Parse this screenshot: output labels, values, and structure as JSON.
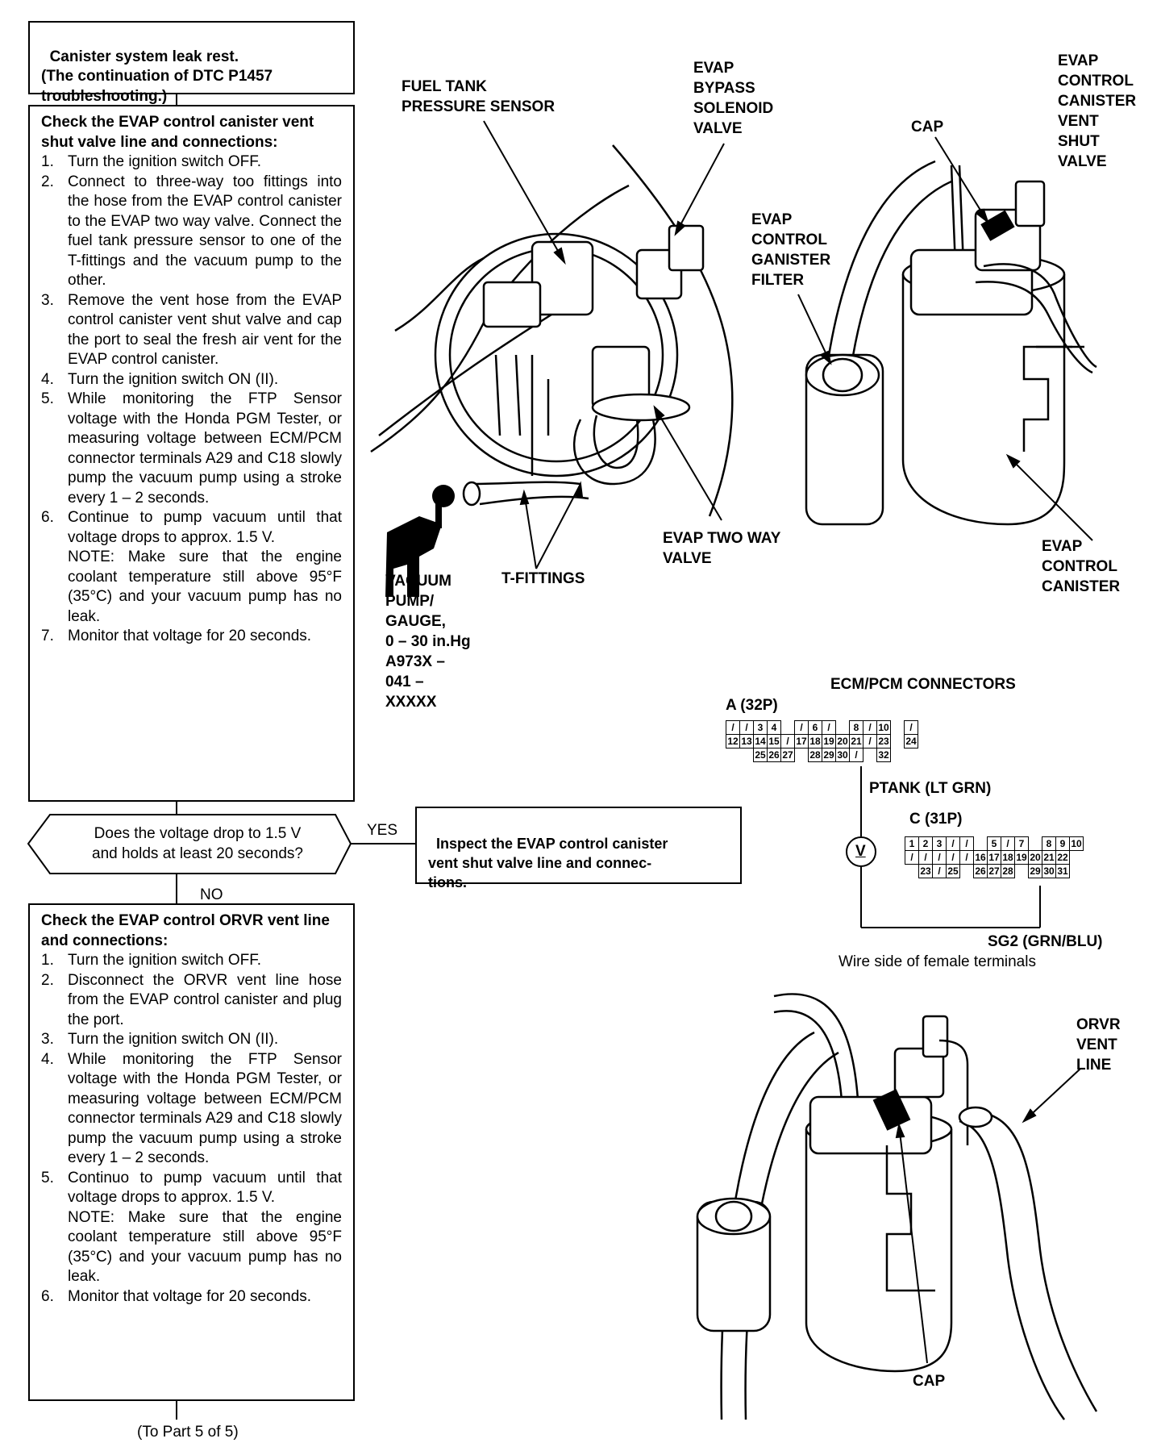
{
  "flow": {
    "start_box": "Canister system leak rest.\n(The continuation of DTC P1457\ntroubleshooting.)",
    "check1": {
      "heading": "Check the EVAP control canister vent shut valve line and connections:",
      "steps": [
        {
          "num": "1.",
          "text": "Turn the ignition switch OFF."
        },
        {
          "num": "2.",
          "text": "Connect to three-way too fittings into the hose from the EVAP control canister to the EVAP two way valve. Connect the fuel tank pressure sensor to one of the T-fittings and the vacuum pump to the other."
        },
        {
          "num": "3.",
          "text": "Remove the vent hose from the EVAP control canister vent shut valve and cap the port to seal the fresh air vent for the EVAP control canister."
        },
        {
          "num": "4.",
          "text": "Turn the ignition switch ON (II)."
        },
        {
          "num": "5.",
          "text": "While monitoring the FTP Sensor voltage with the Honda PGM Tester, or measuring voltage between ECM/PCM connector terminals A29 and C18 slowly pump the vacuum pump using a stroke every 1 – 2 seconds."
        },
        {
          "num": "6.",
          "text": "Continue to pump vacuum until that voltage drops to approx. 1.5 V.",
          "note": "NOTE: Make sure that the engine coolant temperature still above 95°F (35°C) and your vacuum pump has no leak."
        },
        {
          "num": "7.",
          "text": "Monitor that voltage for 20 seconds."
        }
      ]
    },
    "decision": "Does the voltage drop to 1.5 V\nand holds at least 20 seconds?",
    "yes_label": "YES",
    "no_label": "NO",
    "yes_box": "Inspect the EVAP control canister\nvent shut valve line and connec-\ntions.",
    "check2": {
      "heading": "Check the EVAP control ORVR vent line and connections:",
      "steps": [
        {
          "num": "1.",
          "text": "Turn the ignition switch OFF."
        },
        {
          "num": "2.",
          "text": "Disconnect the ORVR vent line hose from the EVAP control canister and plug the port."
        },
        {
          "num": "3.",
          "text": "Turn the ignition switch ON (II)."
        },
        {
          "num": "4.",
          "text": "While monitoring the FTP Sensor voltage with the Honda PGM Tester, or measuring voltage between ECM/PCM connector terminals A29 and C18 slowly pump the vacuum pump using a stroke every 1 – 2 seconds."
        },
        {
          "num": "5.",
          "text": "Continuo to pump vacuum until that voltage drops to approx. 1.5 V.",
          "note": "NOTE: Make sure that the engine coolant temperature still above 95°F (35°C) and your vacuum pump has no leak."
        },
        {
          "num": "6.",
          "text": "Monitor that voltage for 20 seconds."
        }
      ]
    },
    "footer": "(To Part 5 of 5)"
  },
  "figure_labels": {
    "fuel_tank_sensor": "FUEL TANK\nPRESSURE SENSOR",
    "bypass_valve": "EVAP\nBYPASS\nSOLENOID\nVALVE",
    "cap_top": "CAP",
    "vent_shut_valve": "EVAP\nCONTROL\nCANISTER\nVENT\nSHUT\nVALVE",
    "canister_filter": "EVAP\nCONTROL\nGANISTER\nFILTER",
    "two_way_valve": "EVAP TWO WAY\nVALVE",
    "canister": "EVAP\nCONTROL\nCANISTER",
    "t_fittings": "T-FITTINGS",
    "vacuum_pump": "VACUUM\nPUMP/\nGAUGE,\n0 – 30 in.Hg\nA973X –\n041 –\nXXXXX",
    "orvr": "ORVR\nVENT\nLINE",
    "cap_bottom": "CAP"
  },
  "connectors": {
    "title": "ECM/PCM CONNECTORS",
    "a_label": "A (32P)",
    "c_label": "C (31P)",
    "ptank": "PTANK (LT GRN)",
    "sg2": "SG2 (GRN/BLU)",
    "voltmeter": "V",
    "caption": "Wire side of female terminals",
    "a_rows": [
      [
        "/",
        "/",
        "3",
        "4",
        "",
        "/",
        "6",
        "/",
        "",
        "8",
        "/",
        "10",
        "",
        "/"
      ],
      [
        "12",
        "13",
        "14",
        "15",
        "/",
        "17",
        "18",
        "19",
        "20",
        "21",
        "/",
        "23",
        "",
        "24"
      ],
      [
        "",
        "",
        "25",
        "26",
        "27",
        "",
        "28",
        "29",
        "30",
        "/",
        "",
        "32",
        "",
        ""
      ]
    ],
    "c_rows": [
      [
        "1",
        "2",
        "3",
        "/",
        "/",
        "",
        "5",
        "/",
        "7",
        "",
        "8",
        "9",
        "10"
      ],
      [
        "/",
        "/",
        "/",
        "/",
        "/",
        "16",
        "17",
        "18",
        "19",
        "20",
        "21",
        "22",
        ""
      ],
      [
        "",
        "23",
        "/",
        "25",
        "",
        "26",
        "27",
        "28",
        "",
        "29",
        "30",
        "31",
        ""
      ]
    ]
  }
}
